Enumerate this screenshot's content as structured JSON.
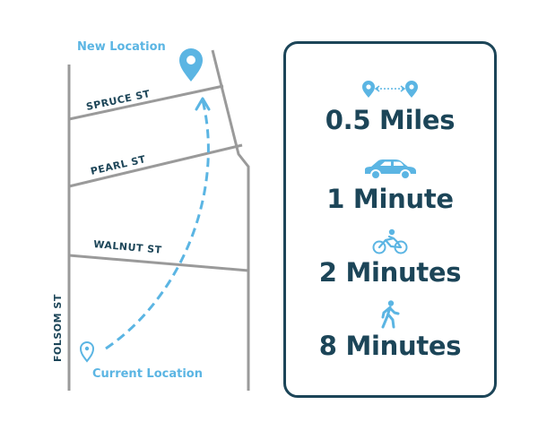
{
  "map": {
    "streets": {
      "spruce": "SPRUCE ST",
      "pearl": "PEARL ST",
      "walnut": "WALNUT ST",
      "folsom": "FOLSOM ST"
    },
    "destination_label": "New Location",
    "origin_label": "Current Location",
    "destination_icon": "map-pin-icon",
    "origin_icon": "map-pin-icon"
  },
  "stats": [
    {
      "icon": "distance-icon",
      "value": "0.5 Miles"
    },
    {
      "icon": "car-icon",
      "value": "1 Minute"
    },
    {
      "icon": "bicycle-icon",
      "value": "2 Minutes"
    },
    {
      "icon": "walking-icon",
      "value": "8 Minutes"
    }
  ],
  "colors": {
    "accent": "#5bb5e3",
    "text_dark": "#1c4558",
    "streets": "#9a9a9a"
  }
}
